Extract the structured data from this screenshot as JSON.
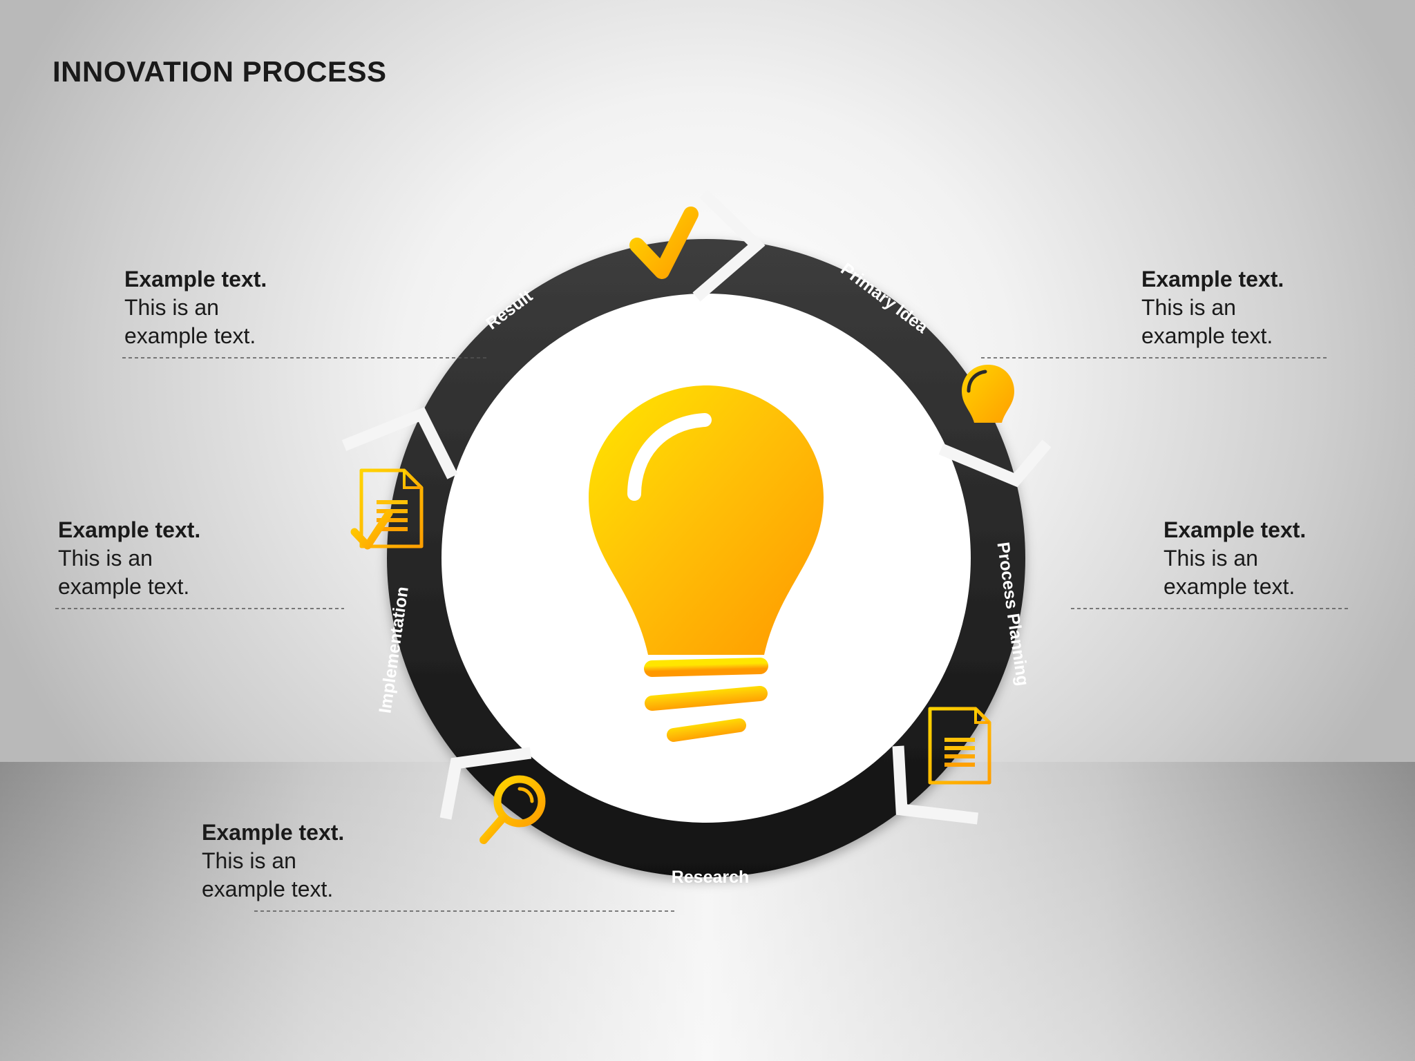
{
  "title": "INNOVATION PROCESS",
  "stages": [
    {
      "label": "Primary Idea",
      "icon": "lightbulb-icon"
    },
    {
      "label": "Process Planning",
      "icon": "document-icon"
    },
    {
      "label": "Research",
      "icon": "magnifier-icon"
    },
    {
      "label": "Implementation",
      "icon": "document-check-icon"
    },
    {
      "label": "Result",
      "icon": "checkmark-icon"
    }
  ],
  "center_icon": "lightbulb-icon",
  "callouts": [
    {
      "title": "Example text.",
      "body_line1": "This is an",
      "body_line2": "example text."
    },
    {
      "title": "Example text.",
      "body_line1": "This is an",
      "body_line2": "example text."
    },
    {
      "title": "Example text.",
      "body_line1": "This is an",
      "body_line2": "example text."
    },
    {
      "title": "Example text.",
      "body_line1": "This is an",
      "body_line2": "example text."
    },
    {
      "title": "Example text.",
      "body_line1": "This is an",
      "body_line2": "example text."
    }
  ],
  "colors": {
    "ring": "#262626",
    "accent": "#ffb300",
    "accent_light": "#ffe100",
    "accent_dark": "#ff9800"
  }
}
